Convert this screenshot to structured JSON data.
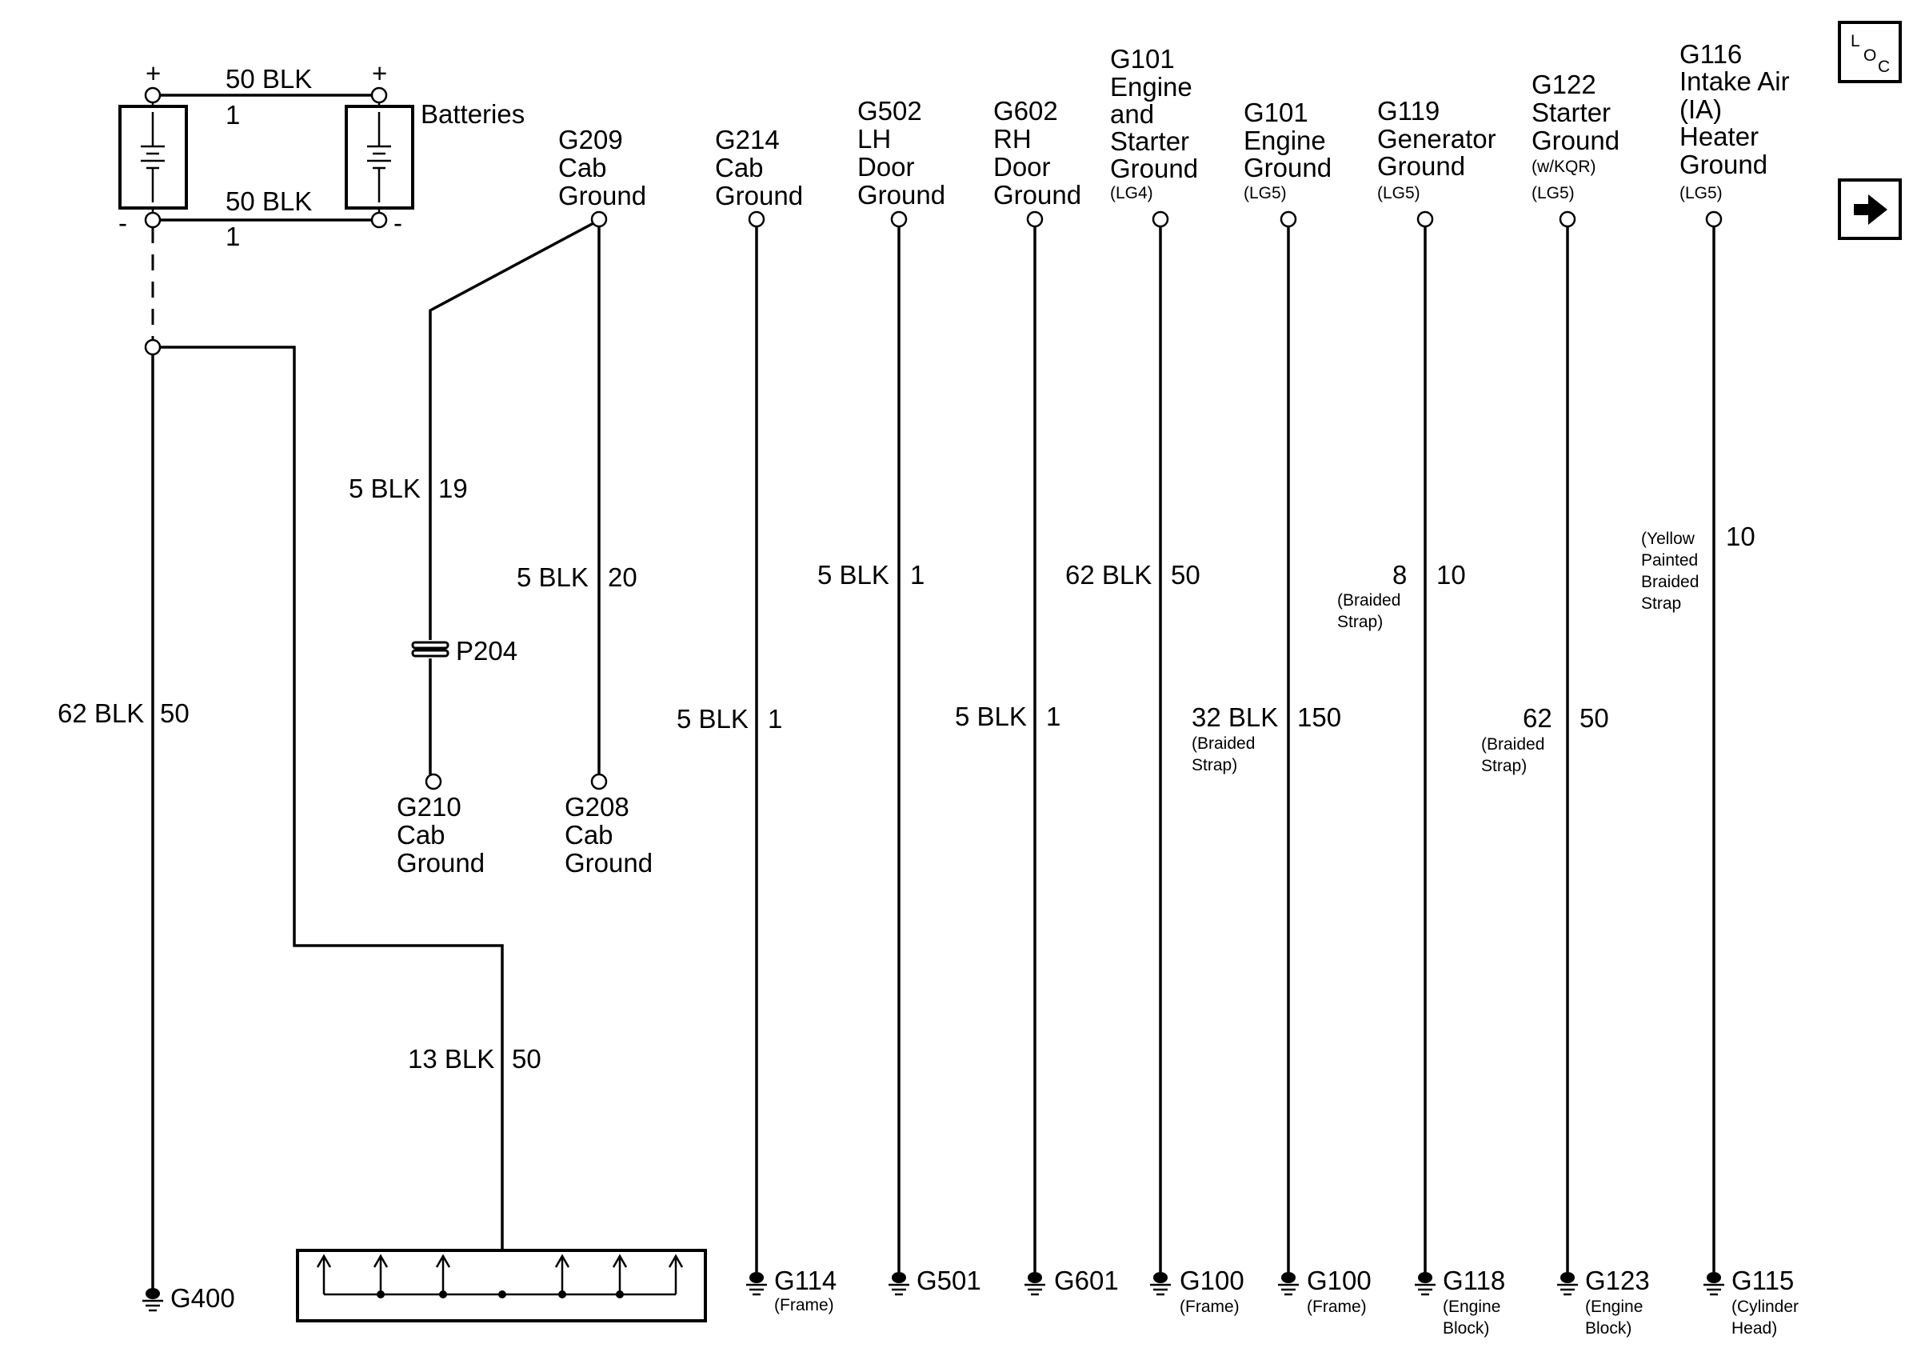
{
  "batteries": {
    "label": "Batteries",
    "plus": "+",
    "minus": "-",
    "pos_cable": {
      "gauge": "50 BLK",
      "circuit": "1"
    },
    "neg_cable": {
      "gauge": "50 BLK",
      "circuit": "1"
    }
  },
  "g209": {
    "id": "G209",
    "l1": "Cab",
    "l2": "Ground"
  },
  "g214": {
    "id": "G214",
    "l1": "Cab",
    "l2": "Ground"
  },
  "g502": {
    "id": "G502",
    "l1": "LH",
    "l2": "Door",
    "l3": "Ground"
  },
  "g602": {
    "id": "G602",
    "l1": "RH",
    "l2": "Door",
    "l3": "Ground"
  },
  "g101a": {
    "id": "G101",
    "l1": "Engine",
    "l2": "and",
    "l3": "Starter",
    "l4": "Ground",
    "opt": "(LG4)"
  },
  "g101b": {
    "id": "G101",
    "l1": "Engine",
    "l2": "Ground",
    "opt": "(LG5)"
  },
  "g119": {
    "id": "G119",
    "l1": "Generator",
    "l2": "Ground",
    "opt": "(LG5)"
  },
  "g122": {
    "id": "G122",
    "l1": "Starter",
    "l2": "Ground",
    "opt1": "(w/KQR)",
    "opt2": "(LG5)"
  },
  "g116": {
    "id": "G116",
    "l1": "Intake Air",
    "l2": "(IA)",
    "l3": "Heater",
    "l4": "Ground",
    "opt": "(LG5)"
  },
  "wires": {
    "w62_main": {
      "gauge": "62 BLK",
      "circuit": "50"
    },
    "w5_19": {
      "gauge": "5 BLK",
      "circuit": "19"
    },
    "w5_20": {
      "gauge": "5 BLK",
      "circuit": "20"
    },
    "w13": {
      "gauge": "13 BLK",
      "circuit": "50"
    },
    "w5_g214": {
      "gauge": "5 BLK",
      "circuit": "1"
    },
    "w5_g502": {
      "gauge": "5 BLK",
      "circuit": "1"
    },
    "w5_g602": {
      "gauge": "5 BLK",
      "circuit": "1"
    },
    "w62_g101": {
      "gauge": "62 BLK",
      "circuit": "50"
    },
    "w32": {
      "gauge": "32 BLK",
      "circuit": "150",
      "n1": "(Braided",
      "n2": "Strap)"
    },
    "w8": {
      "gauge": "8",
      "circuit": "10",
      "n1": "(Braided",
      "n2": "Strap)"
    },
    "w62_g122": {
      "gauge": "62",
      "circuit": "50",
      "n1": "(Braided",
      "n2": "Strap)"
    },
    "w_g116": {
      "circuit": "10",
      "n1": "(Yellow",
      "n2": "Painted",
      "n3": "Braided",
      "n4": "Strap"
    }
  },
  "connector": {
    "id": "P204"
  },
  "g210": {
    "id": "G210",
    "l1": "Cab",
    "l2": "Ground"
  },
  "g208": {
    "id": "G208",
    "l1": "Cab",
    "l2": "Ground"
  },
  "grounds": {
    "g400": {
      "id": "G400"
    },
    "g114": {
      "id": "G114",
      "n1": "(Frame)"
    },
    "g501": {
      "id": "G501"
    },
    "g601": {
      "id": "G601"
    },
    "g100a": {
      "id": "G100",
      "n1": "(Frame)"
    },
    "g100b": {
      "id": "G100",
      "n1": "(Frame)"
    },
    "g118": {
      "id": "G118",
      "n1": "(Engine",
      "n2": "Block)"
    },
    "g123": {
      "id": "G123",
      "n1": "(Engine",
      "n2": "Block)"
    },
    "g115": {
      "id": "G115",
      "n1": "(Cylinder",
      "n2": "Head)"
    }
  },
  "loc": {
    "l": "L",
    "o": "O",
    "c": "C"
  },
  "nav": {
    "icon": "arrow-right-icon"
  }
}
